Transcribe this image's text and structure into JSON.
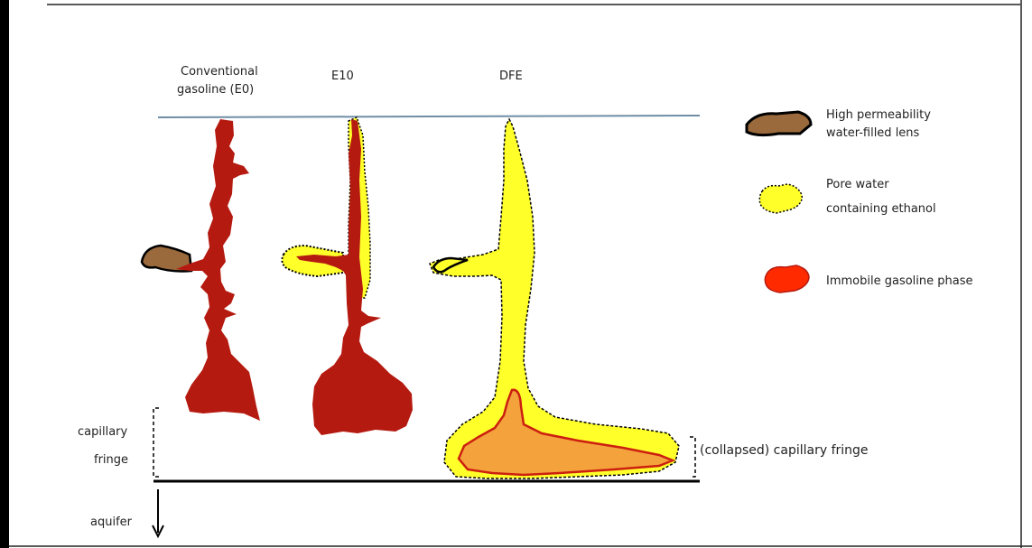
{
  "columns": {
    "e0": {
      "line1": "Conventional",
      "line2": "gasoline (E0)"
    },
    "e10": {
      "label": "E10"
    },
    "dfe": {
      "label": "DFE"
    }
  },
  "legend": {
    "lens": {
      "line1": "High permeability",
      "line2": "water-filled lens"
    },
    "pore_water": {
      "line1": "Pore water",
      "line2": "containing ethanol"
    },
    "immobile": {
      "label": "Immobile gasoline phase"
    }
  },
  "labels": {
    "capillary_fringe_line1": "capillary",
    "capillary_fringe_line2": "fringe",
    "collapsed_fringe": "(collapsed) capillary fringe",
    "aquifer": "aquifer"
  },
  "colors": {
    "gasoline_red": "#b51a10",
    "ethanol_yellow": "#ffff2a",
    "lens_brown": "#9a6a3c",
    "pool_orange": "#f4a23c",
    "legend_red": "#ff2a00",
    "ground_line": "#6f8ea6"
  }
}
